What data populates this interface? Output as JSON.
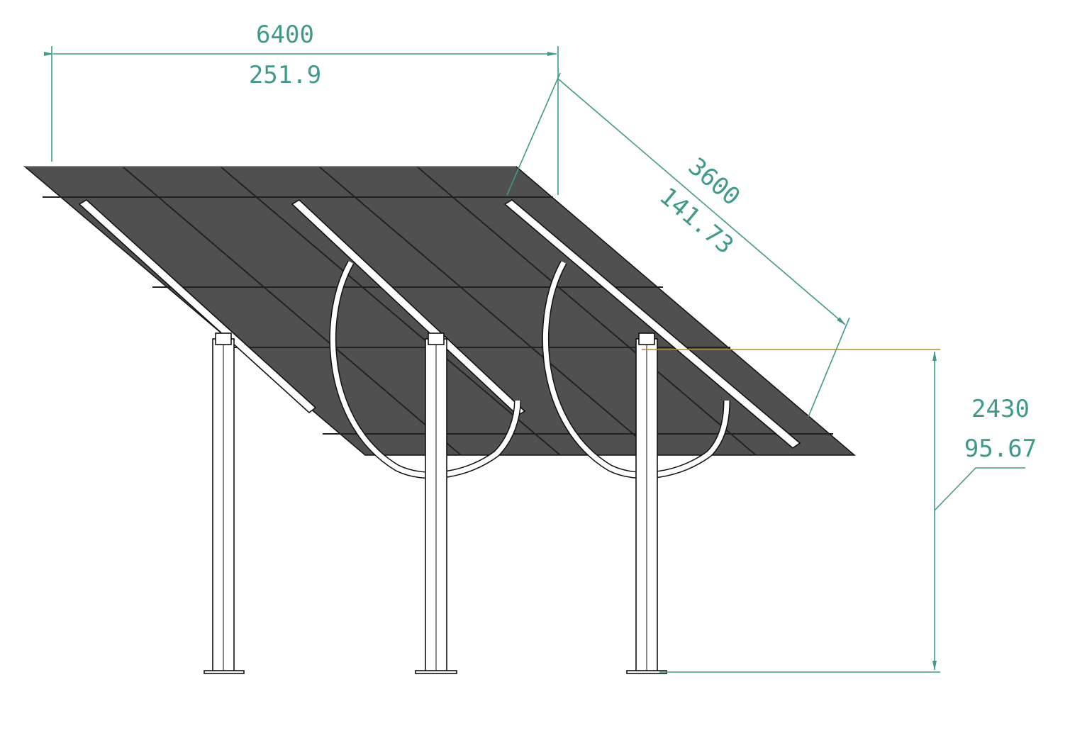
{
  "drawing": {
    "dimensions": {
      "width": {
        "mm": "6400",
        "inch": "251.9"
      },
      "panel_length": {
        "mm": "3600",
        "inch": "141.73"
      },
      "height": {
        "mm": "2430",
        "inch": "95.67"
      }
    },
    "colors": {
      "dimension": "#3f9a8c",
      "reference_line": "#b58a2c",
      "panel": "#505050"
    }
  }
}
